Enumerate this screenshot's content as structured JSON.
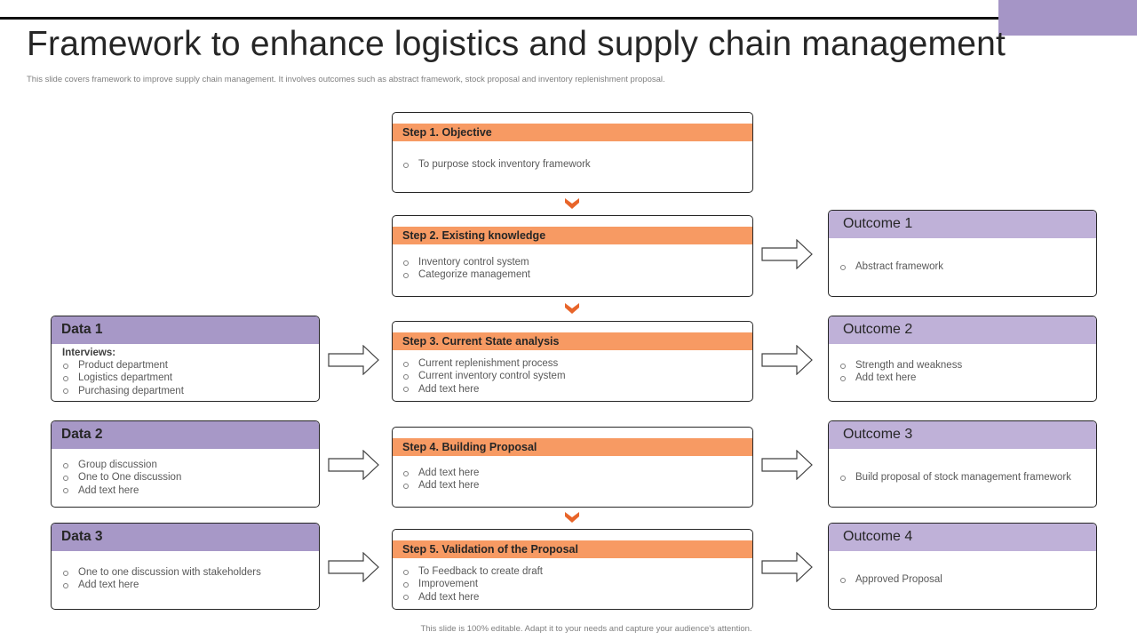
{
  "header": {
    "title": "Framework to enhance logistics and supply chain management",
    "subtitle": "This slide covers framework to improve supply chain management.  It involves outcomes such as abstract framework, stock proposal and inventory replenishment proposal."
  },
  "steps": [
    {
      "title": "Step 1. Objective",
      "items": [
        "To purpose stock inventory framework"
      ]
    },
    {
      "title": "Step 2. Existing knowledge",
      "items": [
        "Inventory  control system",
        "Categorize management"
      ]
    },
    {
      "title": "Step 3. Current State analysis",
      "items": [
        "Current replenishment process",
        "Current inventory control system",
        "Add text here"
      ]
    },
    {
      "title": "Step 4. Building Proposal",
      "items": [
        "Add text here",
        "Add text here"
      ]
    },
    {
      "title": "Step 5. Validation of the Proposal",
      "items": [
        "To Feedback to create draft",
        "Improvement",
        "Add text here"
      ]
    }
  ],
  "data_boxes": [
    {
      "title": "Data 1",
      "lead": "Interviews:",
      "items": [
        "Product department",
        "Logistics department",
        "Purchasing department"
      ]
    },
    {
      "title": "Data 2",
      "items": [
        "Group discussion",
        "One to One discussion",
        "Add text here"
      ]
    },
    {
      "title": "Data 3",
      "items": [
        "One to one discussion with stakeholders",
        "Add text here"
      ]
    }
  ],
  "outcomes": [
    {
      "title": "Outcome 1",
      "items": [
        "Abstract framework"
      ]
    },
    {
      "title": "Outcome 2",
      "items": [
        "Strength and weakness",
        "Add text here"
      ]
    },
    {
      "title": "Outcome 3",
      "items": [
        "Build proposal of stock management framework"
      ]
    },
    {
      "title": "Outcome 4",
      "items": [
        "Approved Proposal"
      ]
    }
  ],
  "footer": "This slide is 100% editable.  Adapt it to your needs and capture your audience's attention.",
  "colors": {
    "accent_purple": "#a595c6",
    "data_header": "#a798c7",
    "outcome_header": "#bfb1d8",
    "step_header": "#f79a63",
    "chevron": "#e8652a"
  }
}
